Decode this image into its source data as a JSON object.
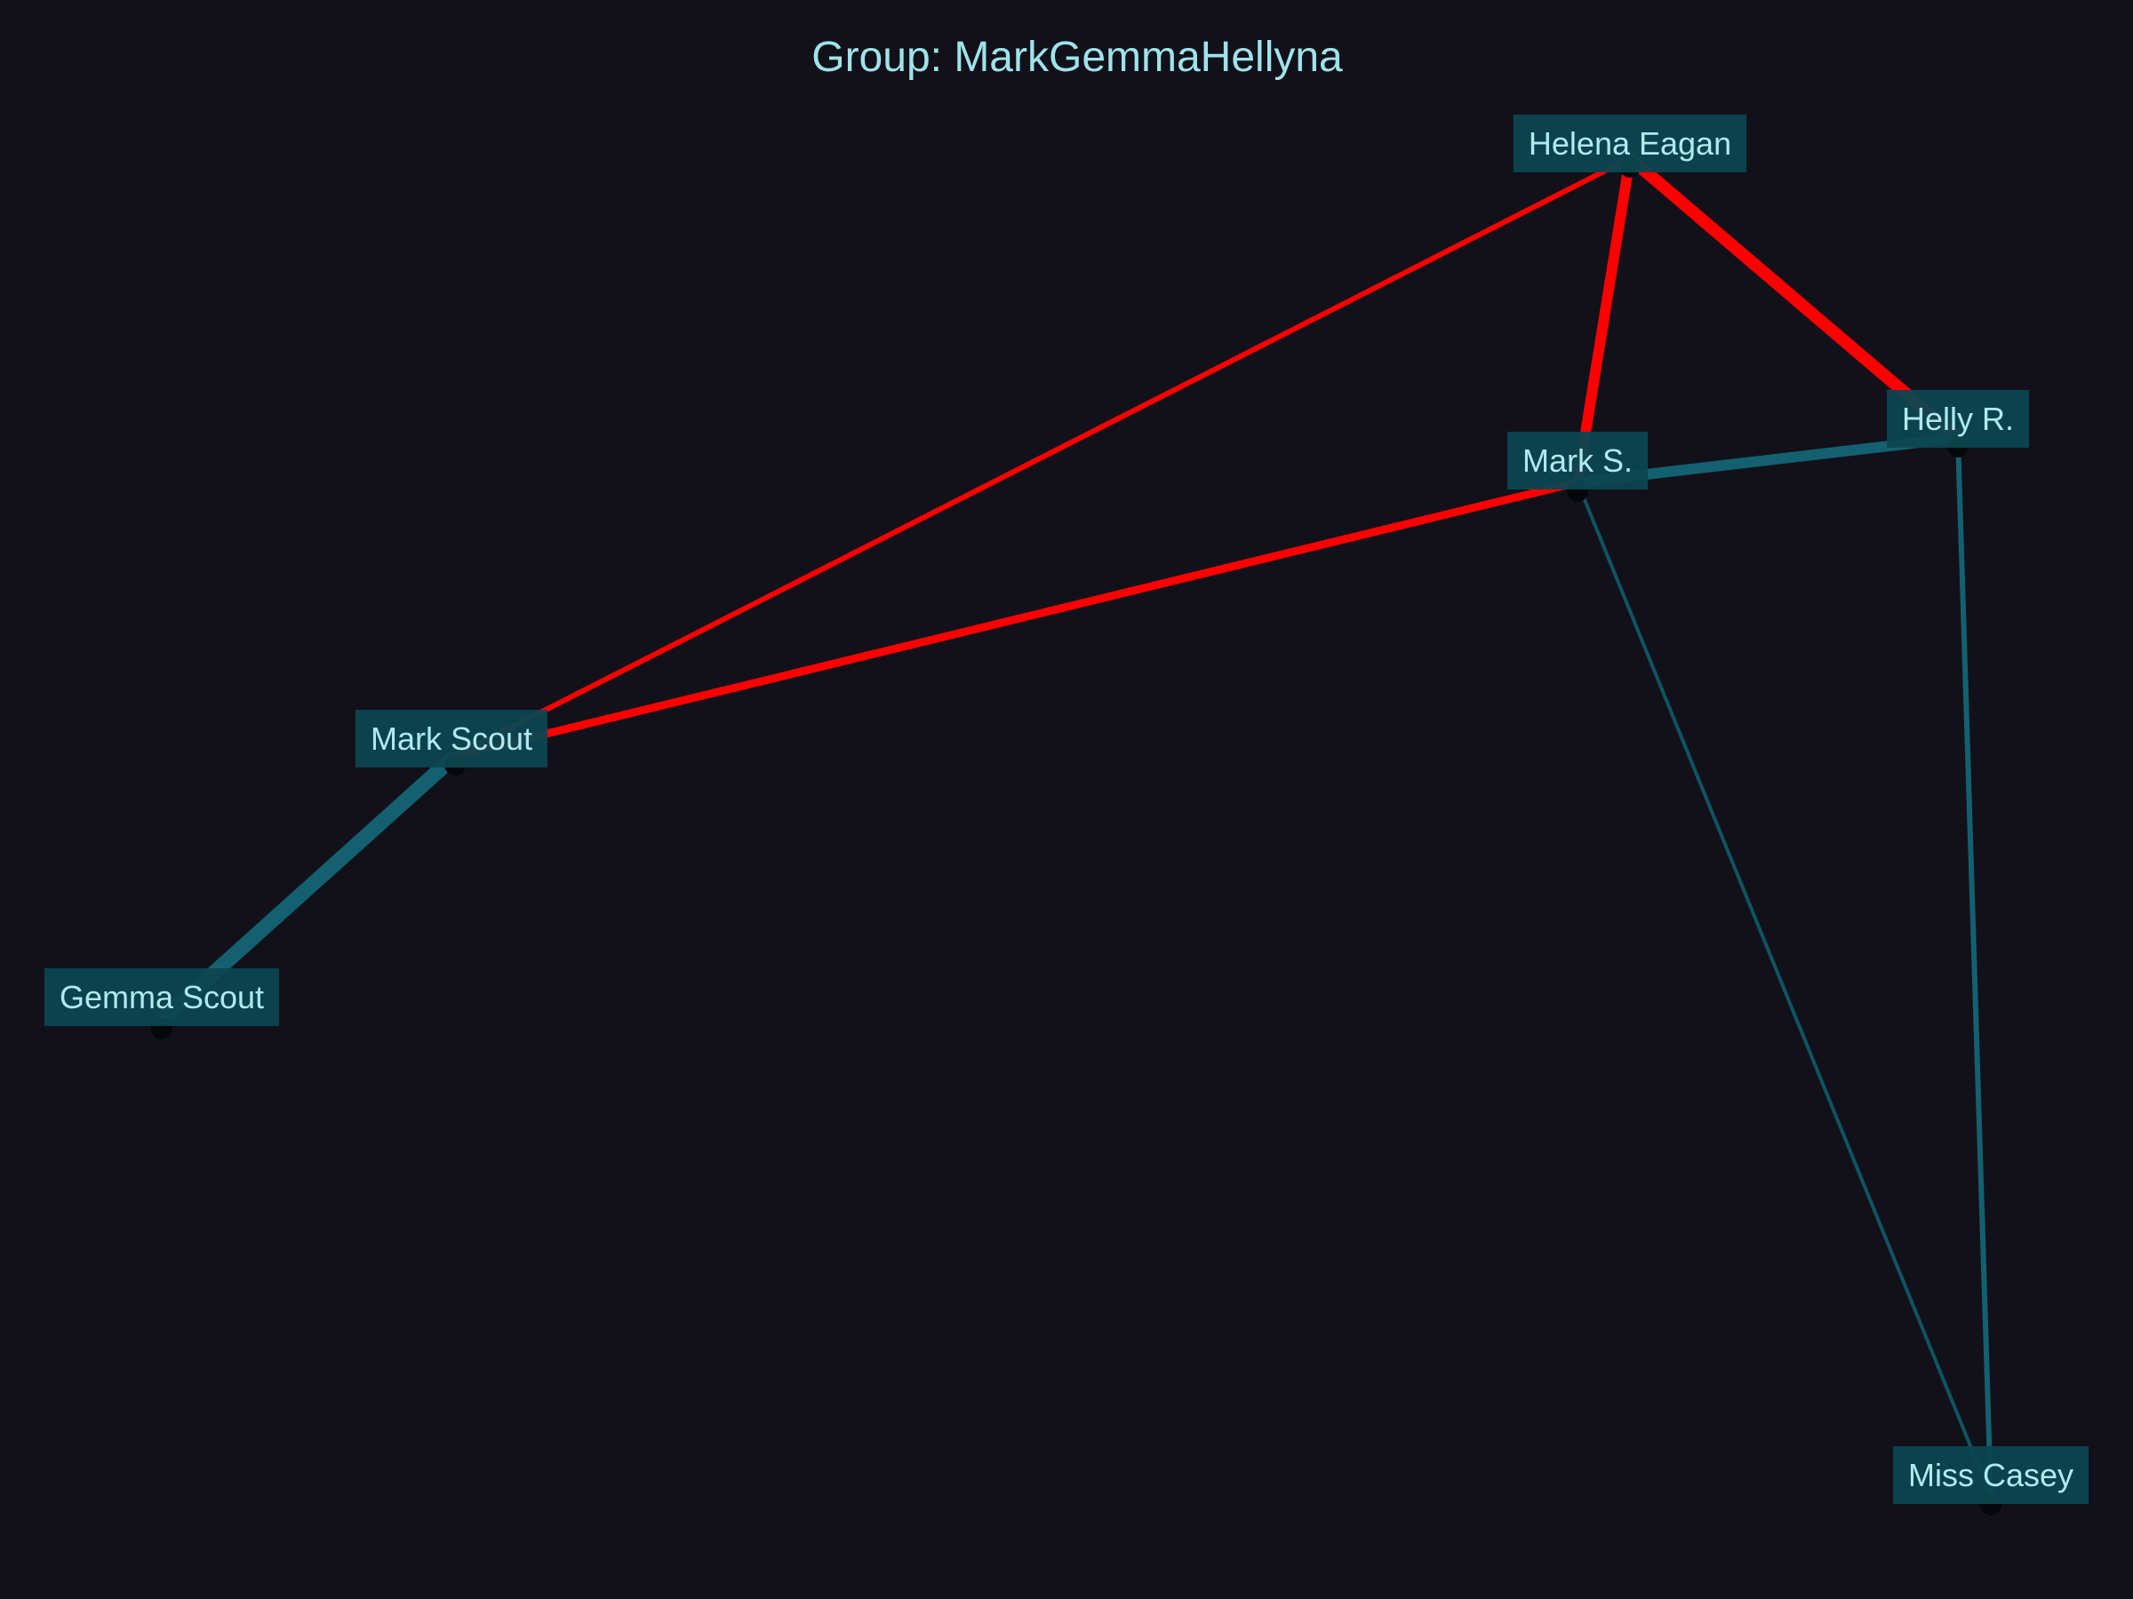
{
  "title": "Group: MarkGemmaHellyna",
  "colors": {
    "background": "#12111a",
    "edge_negative": "#ff0000",
    "edge_positive": "#136170",
    "edge_positive_faint": "#0f5461",
    "label_box": "#0c4650",
    "label_text": "#aeeaf0",
    "title_text": "#9fe3ea"
  },
  "nodes": [
    {
      "id": "helena",
      "label": "Helena Eagan"
    },
    {
      "id": "helly",
      "label": "Helly R."
    },
    {
      "id": "marks",
      "label": "Mark S."
    },
    {
      "id": "markscout",
      "label": "Mark Scout"
    },
    {
      "id": "gemma",
      "label": "Gemma Scout"
    },
    {
      "id": "casey",
      "label": "Miss Casey"
    }
  ],
  "edges": [
    {
      "source": "helena",
      "target": "markscout",
      "color": "negative",
      "weight": 2
    },
    {
      "source": "marks",
      "target": "markscout",
      "color": "negative",
      "weight": 3
    },
    {
      "source": "helena",
      "target": "marks",
      "color": "negative",
      "weight": 4
    },
    {
      "source": "helena",
      "target": "helly",
      "color": "negative",
      "weight": 5
    },
    {
      "source": "marks",
      "target": "helly",
      "color": "positive",
      "weight": 4
    },
    {
      "source": "markscout",
      "target": "gemma",
      "color": "positive",
      "weight": 6
    },
    {
      "source": "helly",
      "target": "casey",
      "color": "positive",
      "weight": 2
    },
    {
      "source": "marks",
      "target": "casey",
      "color": "positive_faint",
      "weight": 1
    }
  ]
}
